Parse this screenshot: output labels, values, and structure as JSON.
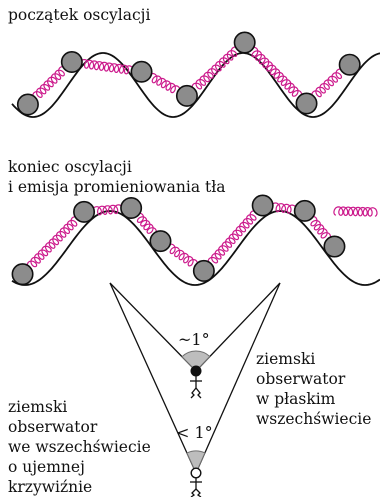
{
  "labels": {
    "start": "początek oscylacji",
    "end_line1": "koniec oscylacji",
    "end_line2": "i emisja promieniowania tła",
    "flat_line1": "ziemski",
    "flat_line2": "obserwator",
    "flat_line3": "w płaskim",
    "flat_line4": "wszechświecie",
    "neg_line1": "ziemski",
    "neg_line2": "obserwator",
    "neg_line3": "we wszechświecie",
    "neg_line4": "o ujemnej",
    "neg_line5": "krzywiźnie"
  },
  "angles": {
    "flat": "~1°",
    "negative": "< 1°"
  },
  "colors": {
    "spring": "#cc1a8c",
    "ball_fill": "#8c8c8c",
    "ball_stroke": "#111111",
    "line": "#111111",
    "cone": "#bdbdbd",
    "observer_flat": "#111111",
    "observer_negative": "#ffffff"
  },
  "icons": {
    "observer": "stick-figure-icon"
  }
}
